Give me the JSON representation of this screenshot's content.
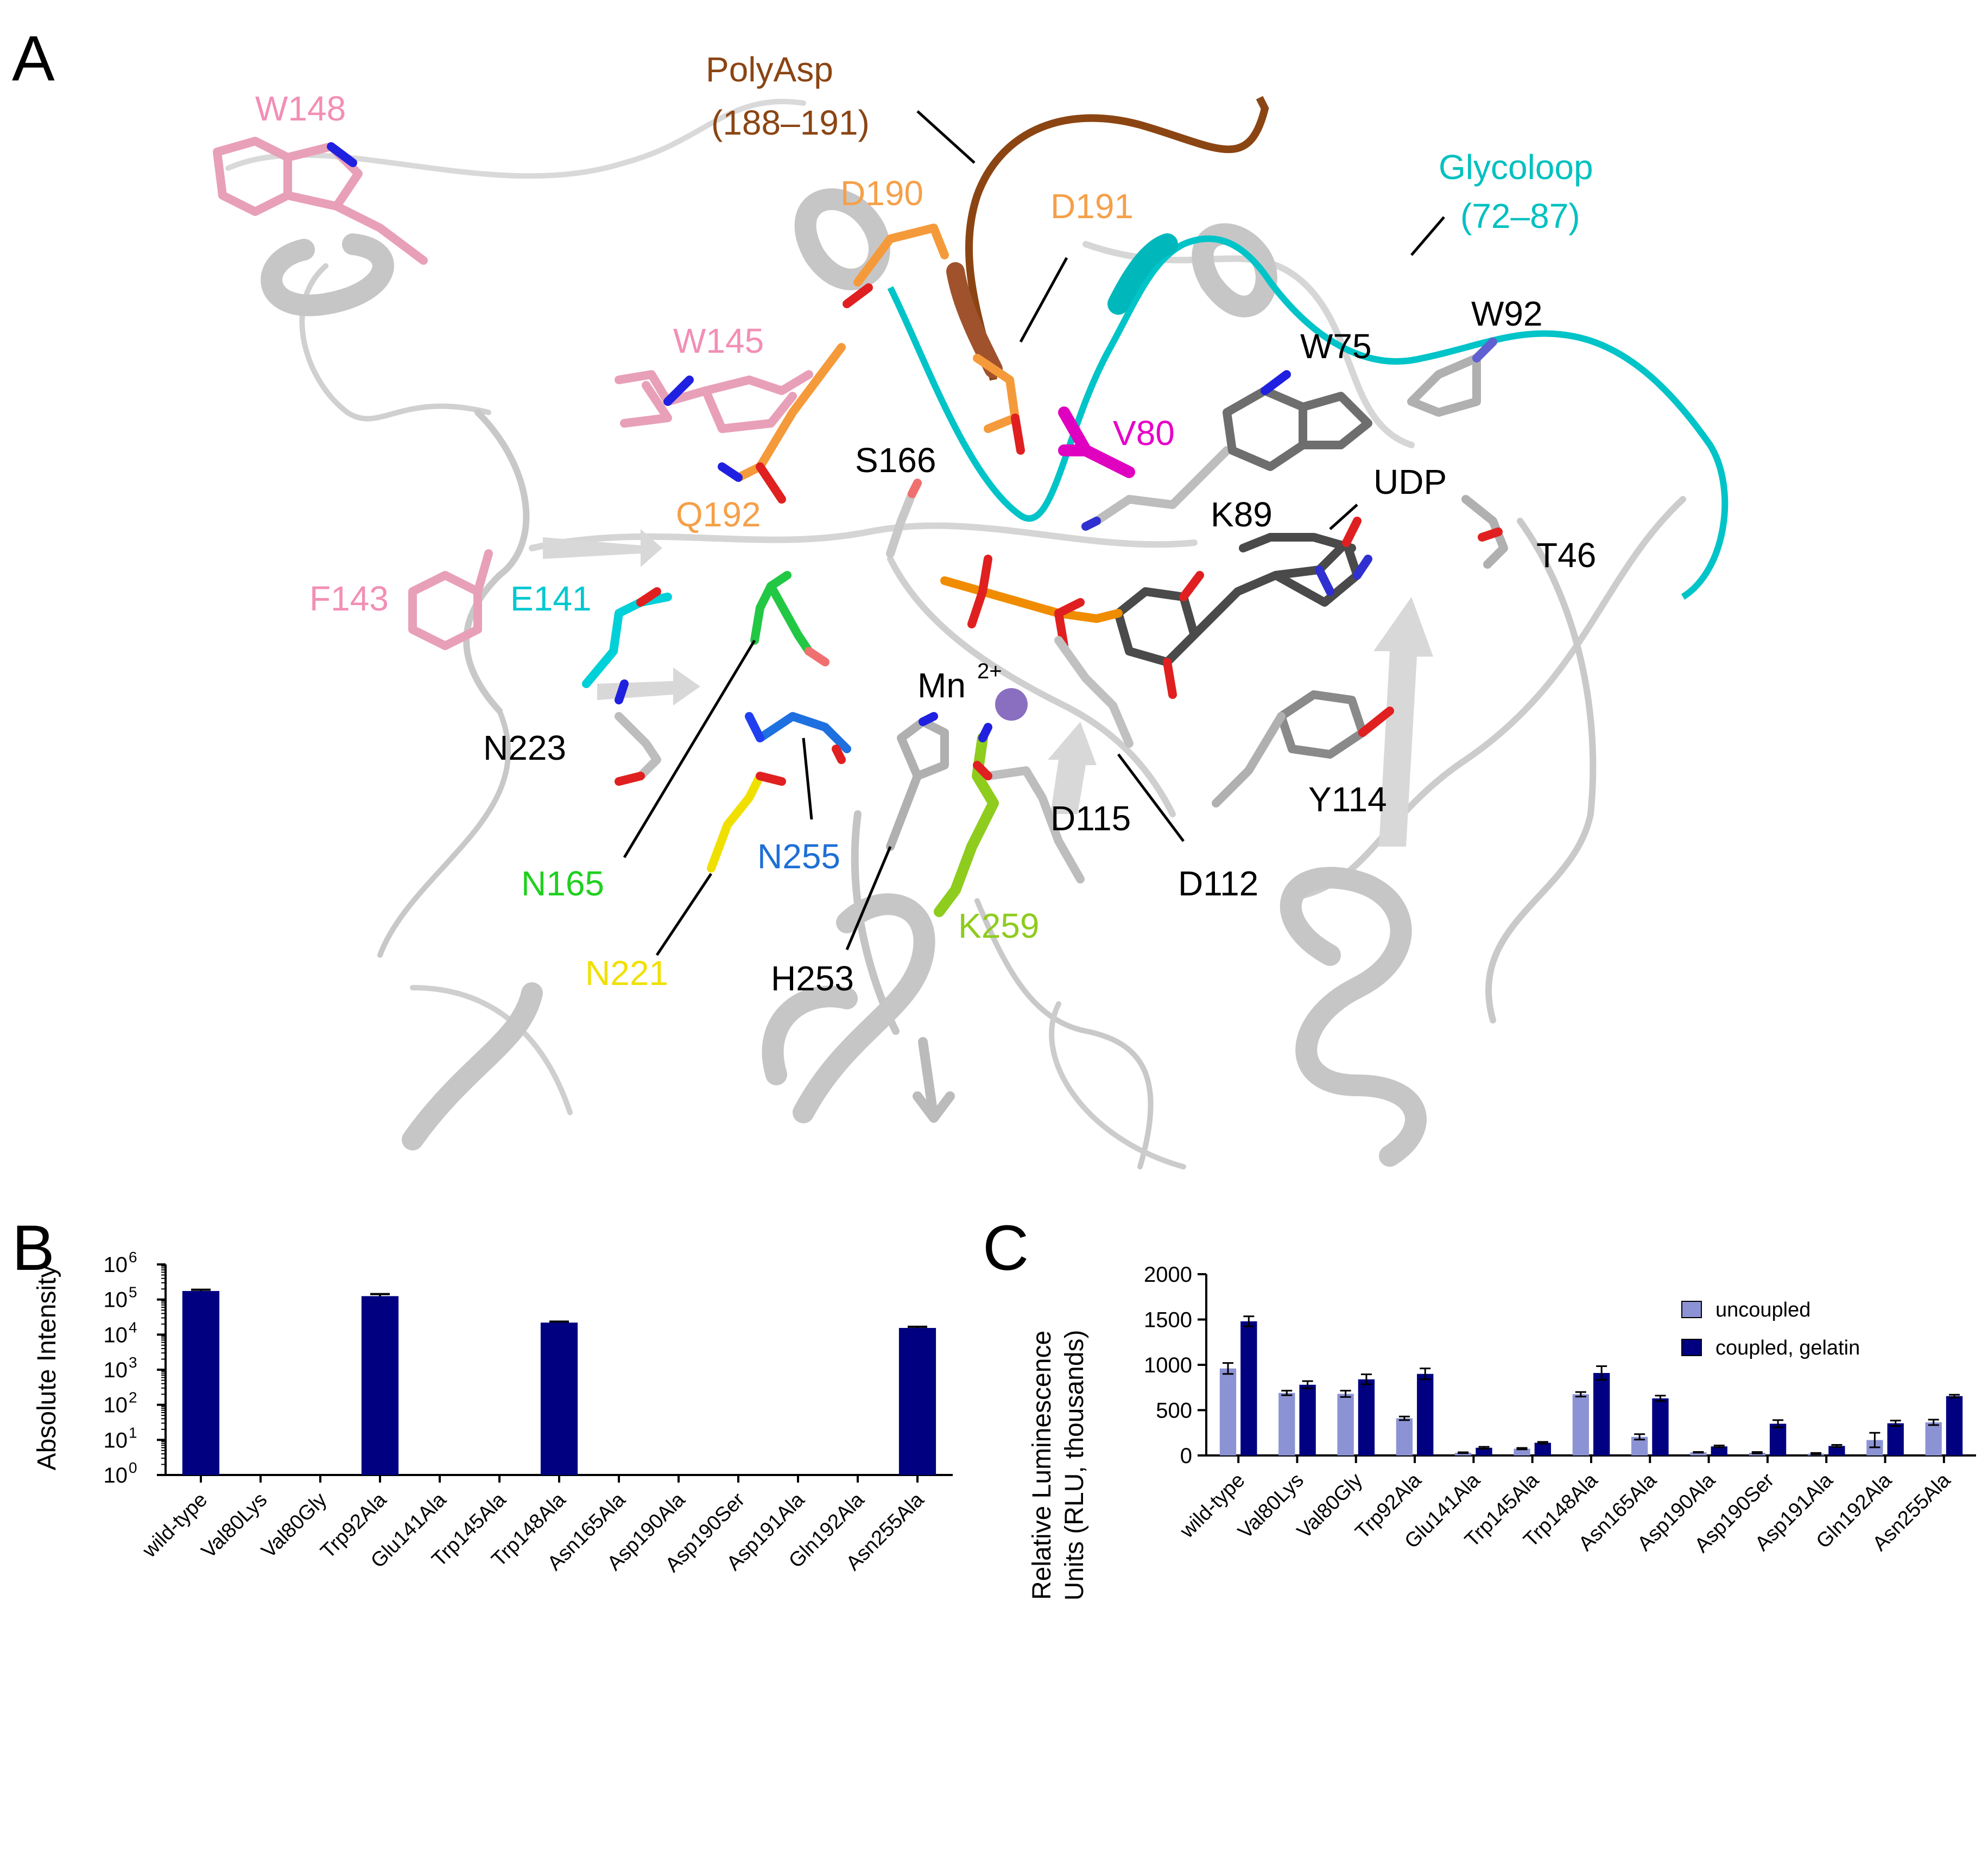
{
  "panels": {
    "A": "A",
    "B": "B",
    "C": "C"
  },
  "structure": {
    "labels": [
      {
        "key": "W148",
        "text": "W148",
        "color": "#f28fb5"
      },
      {
        "key": "PolyAsp",
        "text": "PolyAsp",
        "color": "#8b4513"
      },
      {
        "key": "PolyAspRange",
        "text": "(188–191)",
        "color": "#8b4513"
      },
      {
        "key": "Glycoloop",
        "text": "Glycoloop",
        "color": "#00c0c0"
      },
      {
        "key": "GlycoloopRange",
        "text": "(72–87)",
        "color": "#00c0c0"
      },
      {
        "key": "D190",
        "text": "D190",
        "color": "#f5a04a"
      },
      {
        "key": "D191",
        "text": "D191",
        "color": "#f5a04a"
      },
      {
        "key": "W92",
        "text": "W92",
        "color": "#000000"
      },
      {
        "key": "W75",
        "text": "W75",
        "color": "#000000"
      },
      {
        "key": "W145",
        "text": "W145",
        "color": "#f28fb5"
      },
      {
        "key": "V80",
        "text": "V80",
        "color": "#e600c8"
      },
      {
        "key": "S166",
        "text": "S166",
        "color": "#000000"
      },
      {
        "key": "Q192",
        "text": "Q192",
        "color": "#f5a04a"
      },
      {
        "key": "K89",
        "text": "K89",
        "color": "#000000"
      },
      {
        "key": "UDP",
        "text": "UDP",
        "color": "#000000"
      },
      {
        "key": "T46",
        "text": "T46",
        "color": "#000000"
      },
      {
        "key": "F143",
        "text": "F143",
        "color": "#f28fb5"
      },
      {
        "key": "E141",
        "text": "E141",
        "color": "#00c8d0"
      },
      {
        "key": "Mn",
        "text": "Mn",
        "color": "#000000"
      },
      {
        "key": "MnCharge",
        "text": "2+",
        "color": "#000000"
      },
      {
        "key": "N223",
        "text": "N223",
        "color": "#000000"
      },
      {
        "key": "Y114",
        "text": "Y114",
        "color": "#000000"
      },
      {
        "key": "D115",
        "text": "D115",
        "color": "#000000"
      },
      {
        "key": "N255",
        "text": "N255",
        "color": "#1f6fd6"
      },
      {
        "key": "N165",
        "text": "N165",
        "color": "#1fd01f"
      },
      {
        "key": "D112",
        "text": "D112",
        "color": "#000000"
      },
      {
        "key": "K259",
        "text": "K259",
        "color": "#8ecc1e"
      },
      {
        "key": "N221",
        "text": "N221",
        "color": "#f0e000"
      },
      {
        "key": "H253",
        "text": "H253",
        "color": "#000000"
      }
    ]
  },
  "chart_data": [
    {
      "panel": "B",
      "type": "bar",
      "ylabel": "Absolute Intensity",
      "yscale": "log",
      "ylim": [
        1,
        1000000
      ],
      "yticks": [
        {
          "base": "10",
          "exp": "0"
        },
        {
          "base": "10",
          "exp": "1"
        },
        {
          "base": "10",
          "exp": "2"
        },
        {
          "base": "10",
          "exp": "3"
        },
        {
          "base": "10",
          "exp": "4"
        },
        {
          "base": "10",
          "exp": "5"
        },
        {
          "base": "10",
          "exp": "6"
        }
      ],
      "categories": [
        "wild-type",
        "Val80Lys",
        "Val80Gly",
        "Trp92Ala",
        "Glu141Ala",
        "Trp145Ala",
        "Trp148Ala",
        "Asn165Ala",
        "Asp190Ala",
        "Asp190Ser",
        "Asp191Ala",
        "Gln192Ala",
        "Asn255Ala"
      ],
      "values": [
        175000,
        null,
        null,
        125000,
        null,
        null,
        22000,
        null,
        null,
        null,
        null,
        null,
        15500
      ],
      "errors": [
        15000,
        null,
        null,
        18000,
        null,
        null,
        1500,
        null,
        null,
        null,
        null,
        null,
        1200
      ],
      "color": "#000080",
      "grid": false
    },
    {
      "panel": "C",
      "type": "bar",
      "ylabel": "Relative Luminescence",
      "ylabel2": "Units (RLU, thousands)",
      "ylim": [
        0,
        2000
      ],
      "yticks": [
        0,
        500,
        1000,
        1500,
        2000
      ],
      "categories": [
        "wild-type",
        "Val80Lys",
        "Val80Gly",
        "Trp92Ala",
        "Glu141Ala",
        "Trp145Ala",
        "Trp148Ala",
        "Asn165Ala",
        "Asp190Ala",
        "Asp190Ser",
        "Asp191Ala",
        "Gln192Ala",
        "Asn255Ala"
      ],
      "legend_position": "top-right",
      "grid": false,
      "series": [
        {
          "name": "uncoupled",
          "color": "#8c93d4",
          "values": [
            960,
            690,
            680,
            410,
            30,
            75,
            675,
            205,
            35,
            30,
            20,
            170,
            365
          ],
          "errors": [
            60,
            25,
            35,
            20,
            5,
            8,
            25,
            30,
            4,
            8,
            8,
            80,
            30
          ]
        },
        {
          "name": "coupled, gelatin",
          "color": "#000080",
          "values": [
            1480,
            780,
            840,
            900,
            85,
            140,
            910,
            630,
            100,
            350,
            105,
            355,
            655
          ],
          "errors": [
            55,
            40,
            55,
            60,
            10,
            10,
            75,
            30,
            10,
            40,
            12,
            30,
            15
          ]
        }
      ]
    }
  ]
}
